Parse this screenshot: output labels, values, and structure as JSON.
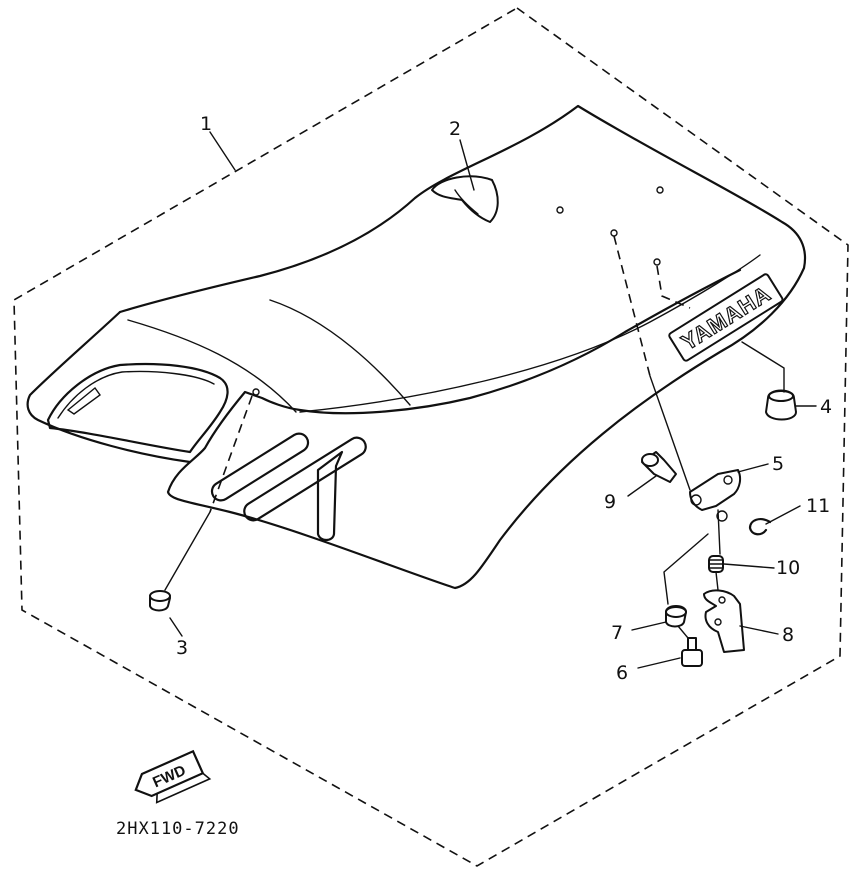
{
  "diagram": {
    "callouts": [
      "1",
      "2",
      "3",
      "4",
      "5",
      "6",
      "7",
      "8",
      "9",
      "10",
      "11"
    ],
    "brand_logo_text": "YAMAHA",
    "direction_marker": "FWD",
    "part_code": "2HX110-7220"
  }
}
